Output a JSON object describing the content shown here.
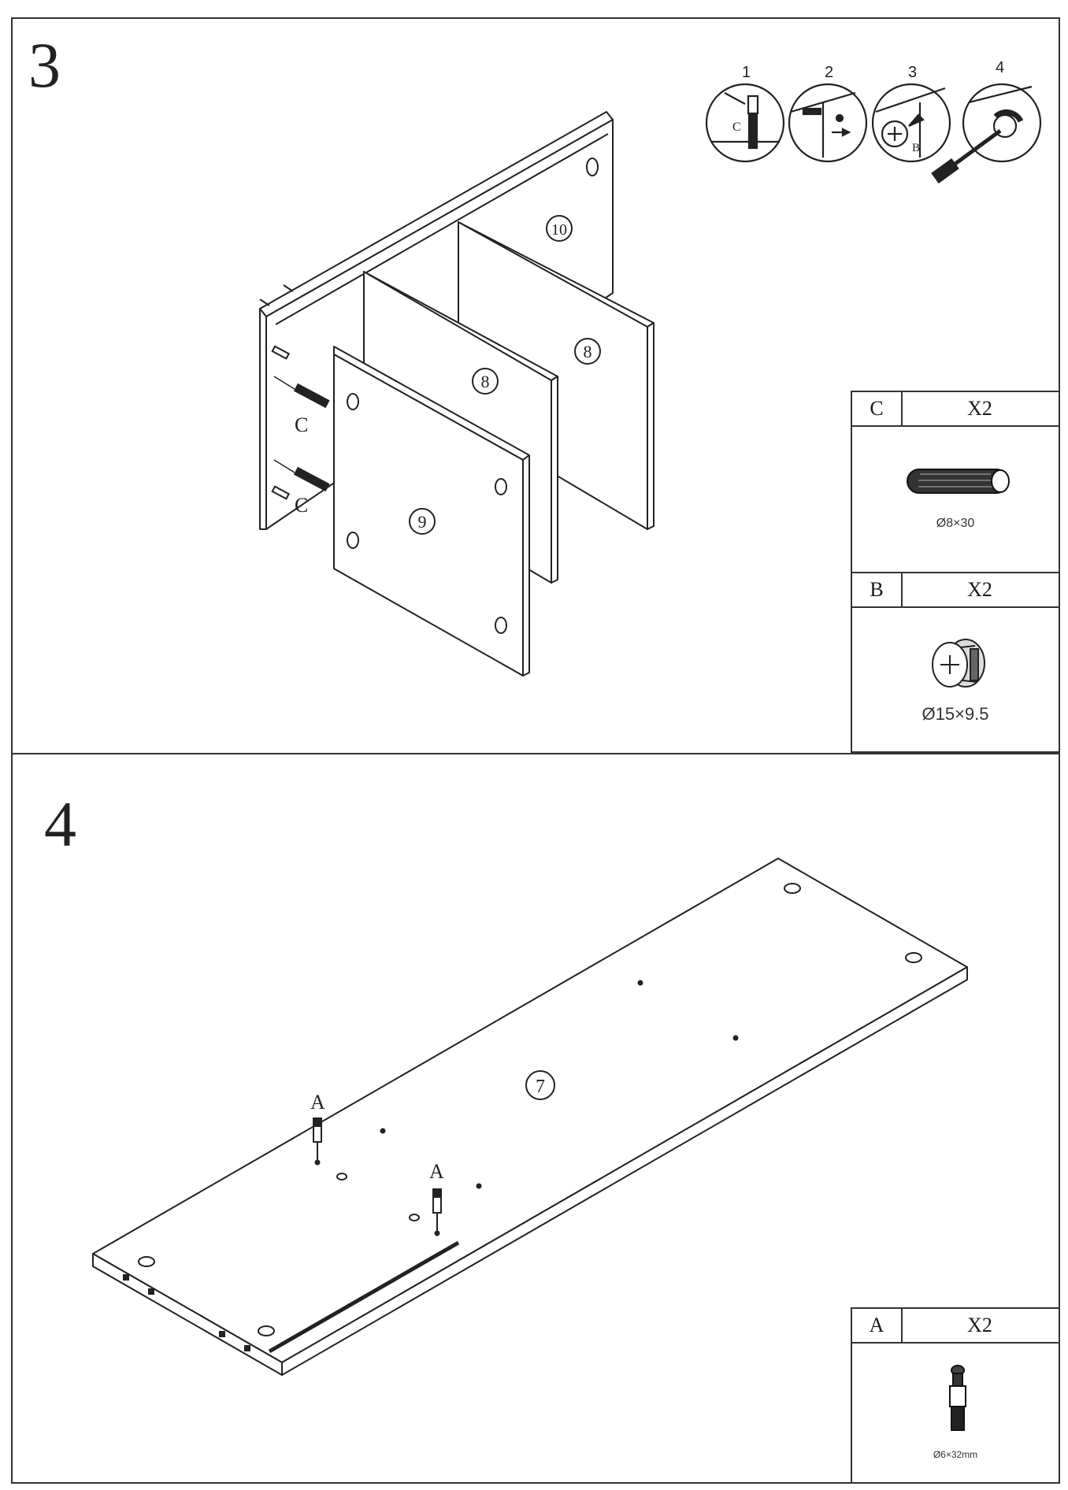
{
  "step3": {
    "number": "3",
    "install_sequence": [
      "1",
      "2",
      "3",
      "4"
    ],
    "seq_labels": {
      "c": "C",
      "b": "B"
    },
    "panel_labels": {
      "p10": "10",
      "p8a": "8",
      "p8b": "8",
      "p9": "9"
    },
    "part_callouts": {
      "c1": "C",
      "c2": "C"
    },
    "hardware": [
      {
        "letter": "C",
        "qty": "X2",
        "dimension": "Ø8×30",
        "icon": "wooden-dowel-icon"
      },
      {
        "letter": "B",
        "qty": "X2",
        "dimension": "Ø15×9.5",
        "icon": "cam-lock-icon"
      }
    ]
  },
  "step4": {
    "number": "4",
    "panel_label": "7",
    "part_callouts": {
      "a1": "A",
      "a2": "A"
    },
    "hardware": [
      {
        "letter": "A",
        "qty": "X2",
        "dimension": "Ø6×32mm",
        "icon": "cam-bolt-icon"
      }
    ]
  }
}
